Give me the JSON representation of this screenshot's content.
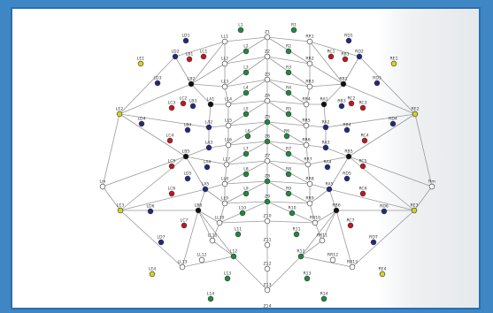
{
  "colors": {
    "frame_bg": "#3f86c4",
    "border": "#2c6fab",
    "line": "#9a9a9a",
    "node_stroke": "#333333",
    "green": "#1e8a3c",
    "blue": "#202a80",
    "red": "#c6141e",
    "black": "#111111",
    "yellow": "#d3d61e",
    "white": "#ffffff"
  },
  "electrodes": {
    "midline": [
      "Z1",
      "Z2",
      "Z3",
      "Z4",
      "Z5",
      "Z6",
      "Z7",
      "Z8",
      "Z9",
      "Z10",
      "Z11",
      "Z12",
      "Z13",
      "Z14"
    ],
    "left": [
      "L1",
      "L2",
      "L3",
      "L4",
      "L5",
      "L6",
      "L7",
      "L8",
      "L9",
      "L10",
      "L11",
      "L12",
      "L13",
      "L14",
      "LL1",
      "LL2",
      "LL3",
      "LL4",
      "LL5",
      "LL6",
      "LL7",
      "LL8",
      "LL9",
      "LL10",
      "LL11",
      "LL12",
      "LL13",
      "LA1",
      "LA2",
      "LA3",
      "LA4",
      "LA5",
      "LB1",
      "LB2",
      "LB3",
      "LB4",
      "LB5",
      "LB6",
      "LC1",
      "LC2",
      "LC3",
      "LC4",
      "LC5",
      "LC6",
      "LC7",
      "LD1",
      "LD2",
      "LD3",
      "LD4",
      "LD5",
      "LD6",
      "LD7",
      "LE1",
      "LE2",
      "LE3",
      "LE4",
      "Lm"
    ],
    "right": [
      "R1",
      "R2",
      "R3",
      "R4",
      "R5",
      "R6",
      "R7",
      "R8",
      "R9",
      "R10",
      "R11",
      "R12",
      "R13",
      "R14",
      "RR1",
      "RR2",
      "RR3",
      "RR4",
      "RR5",
      "RR6",
      "RR7",
      "RR8",
      "RR9",
      "RR10",
      "RR11",
      "RR12",
      "RR13",
      "RA1",
      "RA2",
      "RA3",
      "RA4",
      "RA5",
      "RB1",
      "RB2",
      "RB3",
      "RB4",
      "RB5",
      "RB6",
      "RC1",
      "RC2",
      "RC3",
      "RC4",
      "RC5",
      "RC6",
      "RC7",
      "RD1",
      "RD2",
      "RD3",
      "RD4",
      "RD5",
      "RD6",
      "RD7",
      "RE1",
      "RE2",
      "RE3",
      "RE4",
      "Rm"
    ]
  }
}
